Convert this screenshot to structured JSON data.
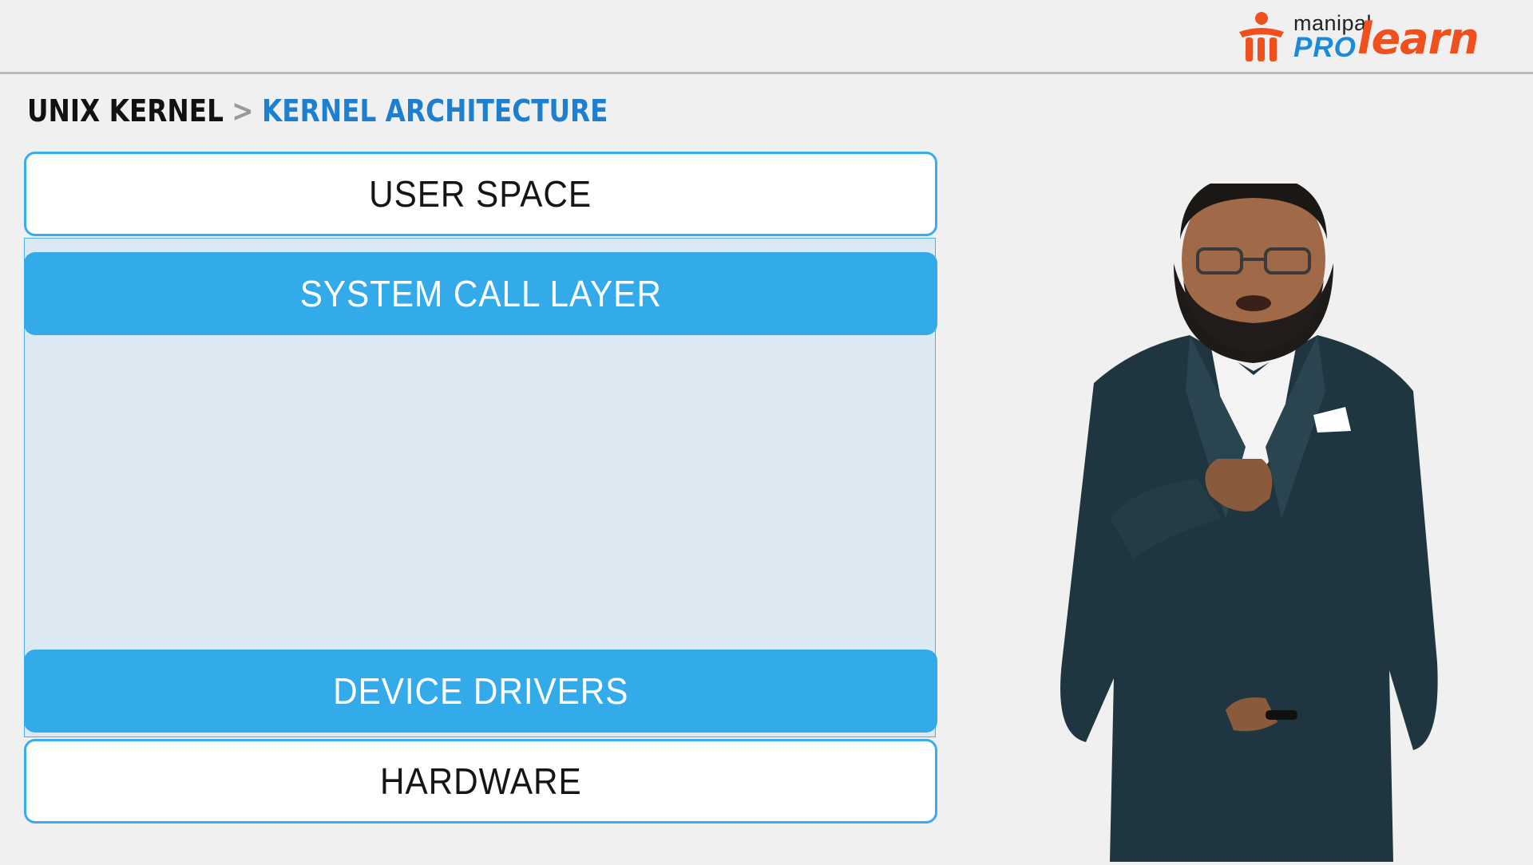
{
  "logo": {
    "line1": "manipal",
    "pro": "PRO",
    "learn": "learn"
  },
  "breadcrumb": {
    "root": "UNIX KERNEL",
    "separator": ">",
    "current": "KERNEL ARCHITECTURE"
  },
  "diagram": {
    "layers": [
      {
        "label": "USER SPACE",
        "style": "outline"
      },
      {
        "label": "SYSTEM CALL LAYER",
        "style": "filled"
      },
      {
        "label": "DEVICE DRIVERS",
        "style": "filled"
      },
      {
        "label": "HARDWARE",
        "style": "outline"
      }
    ]
  },
  "colors": {
    "accent_blue": "#33aaea",
    "breadcrumb_blue": "#1f7fcf",
    "logo_orange": "#f0501e",
    "logo_blue": "#1d8ad9",
    "kernel_region": "#dce8f2",
    "background": "#f0f0f0"
  },
  "presenter": {
    "icon": "presenter-figure"
  }
}
